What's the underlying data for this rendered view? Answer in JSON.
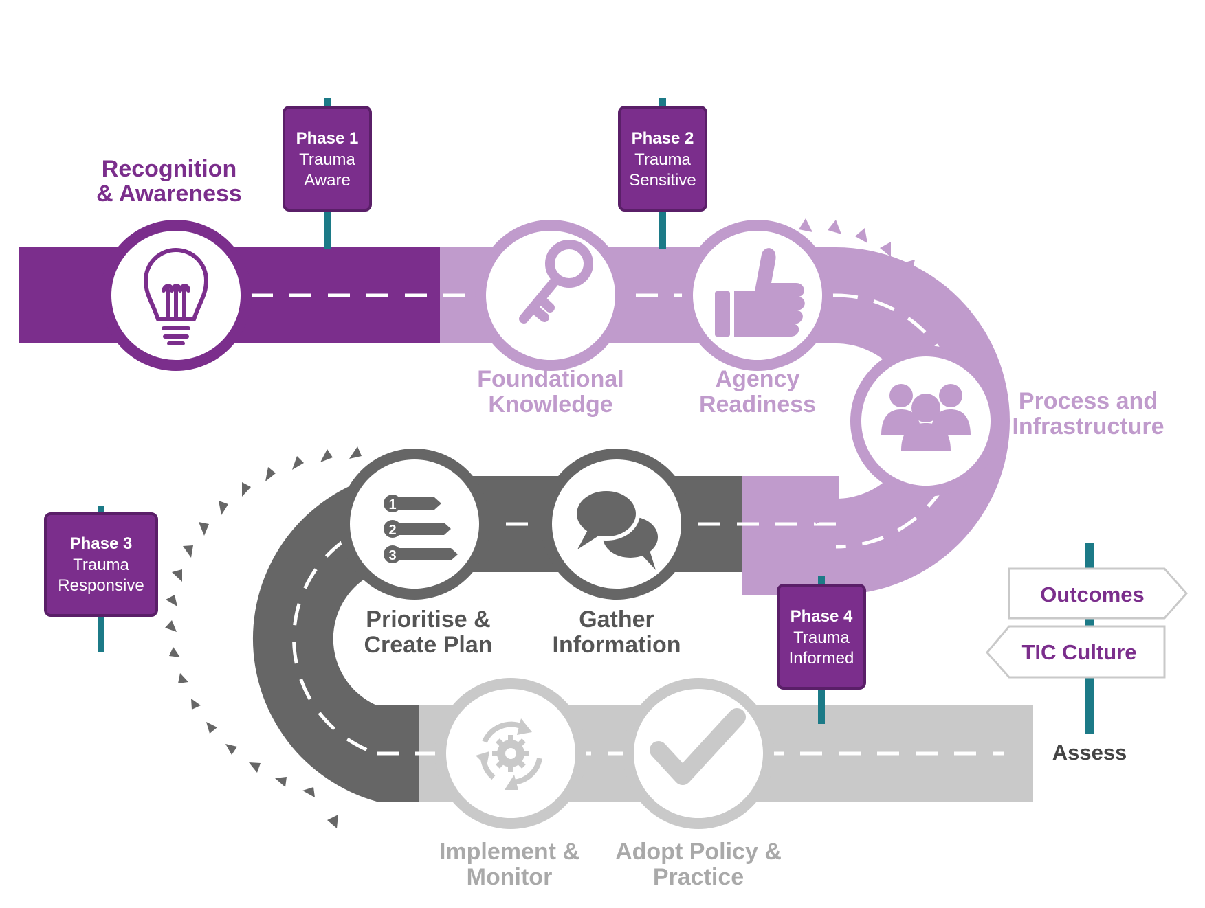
{
  "colors": {
    "purple_dark": "#7b2e8c",
    "purple_light": "#c09bcc",
    "gray_dark": "#666666",
    "gray_light": "#c9c9c9",
    "post_teal": "#1c7a87",
    "white": "#ffffff"
  },
  "milestones": {
    "recognition": {
      "line1": "Recognition",
      "line2": "& Awareness",
      "icon": "lightbulb-icon"
    },
    "foundational": {
      "line1": "Foundational",
      "line2": "Knowledge",
      "icon": "key-icon"
    },
    "agency": {
      "line1": "Agency",
      "line2": "Readiness",
      "icon": "thumbs-up-icon"
    },
    "process": {
      "line1": "Process and",
      "line2": "Infrastructure",
      "icon": "people-group-icon"
    },
    "gather": {
      "line1": "Gather",
      "line2": "Information",
      "icon": "speech-bubbles-icon"
    },
    "prioritise": {
      "line1": "Prioritise &",
      "line2": "Create Plan",
      "icon": "numbered-list-icon",
      "list_numbers": [
        "1",
        "2",
        "3"
      ]
    },
    "implement": {
      "line1": "Implement &",
      "line2": "Monitor",
      "icon": "cycle-gear-icon"
    },
    "adopt": {
      "line1": "Adopt Policy &",
      "line2": "Practice",
      "icon": "checkmark-icon"
    }
  },
  "phases": [
    {
      "title": "Phase 1",
      "line1": "Trauma",
      "line2": "Aware"
    },
    {
      "title": "Phase 2",
      "line1": "Trauma",
      "line2": "Sensitive"
    },
    {
      "title": "Phase 3",
      "line1": "Trauma",
      "line2": "Responsive"
    },
    {
      "title": "Phase 4",
      "line1": "Trauma",
      "line2": "Informed"
    }
  ],
  "signpost": {
    "outcomes": "Outcomes",
    "tic_culture": "TIC Culture",
    "assess": "Assess"
  }
}
